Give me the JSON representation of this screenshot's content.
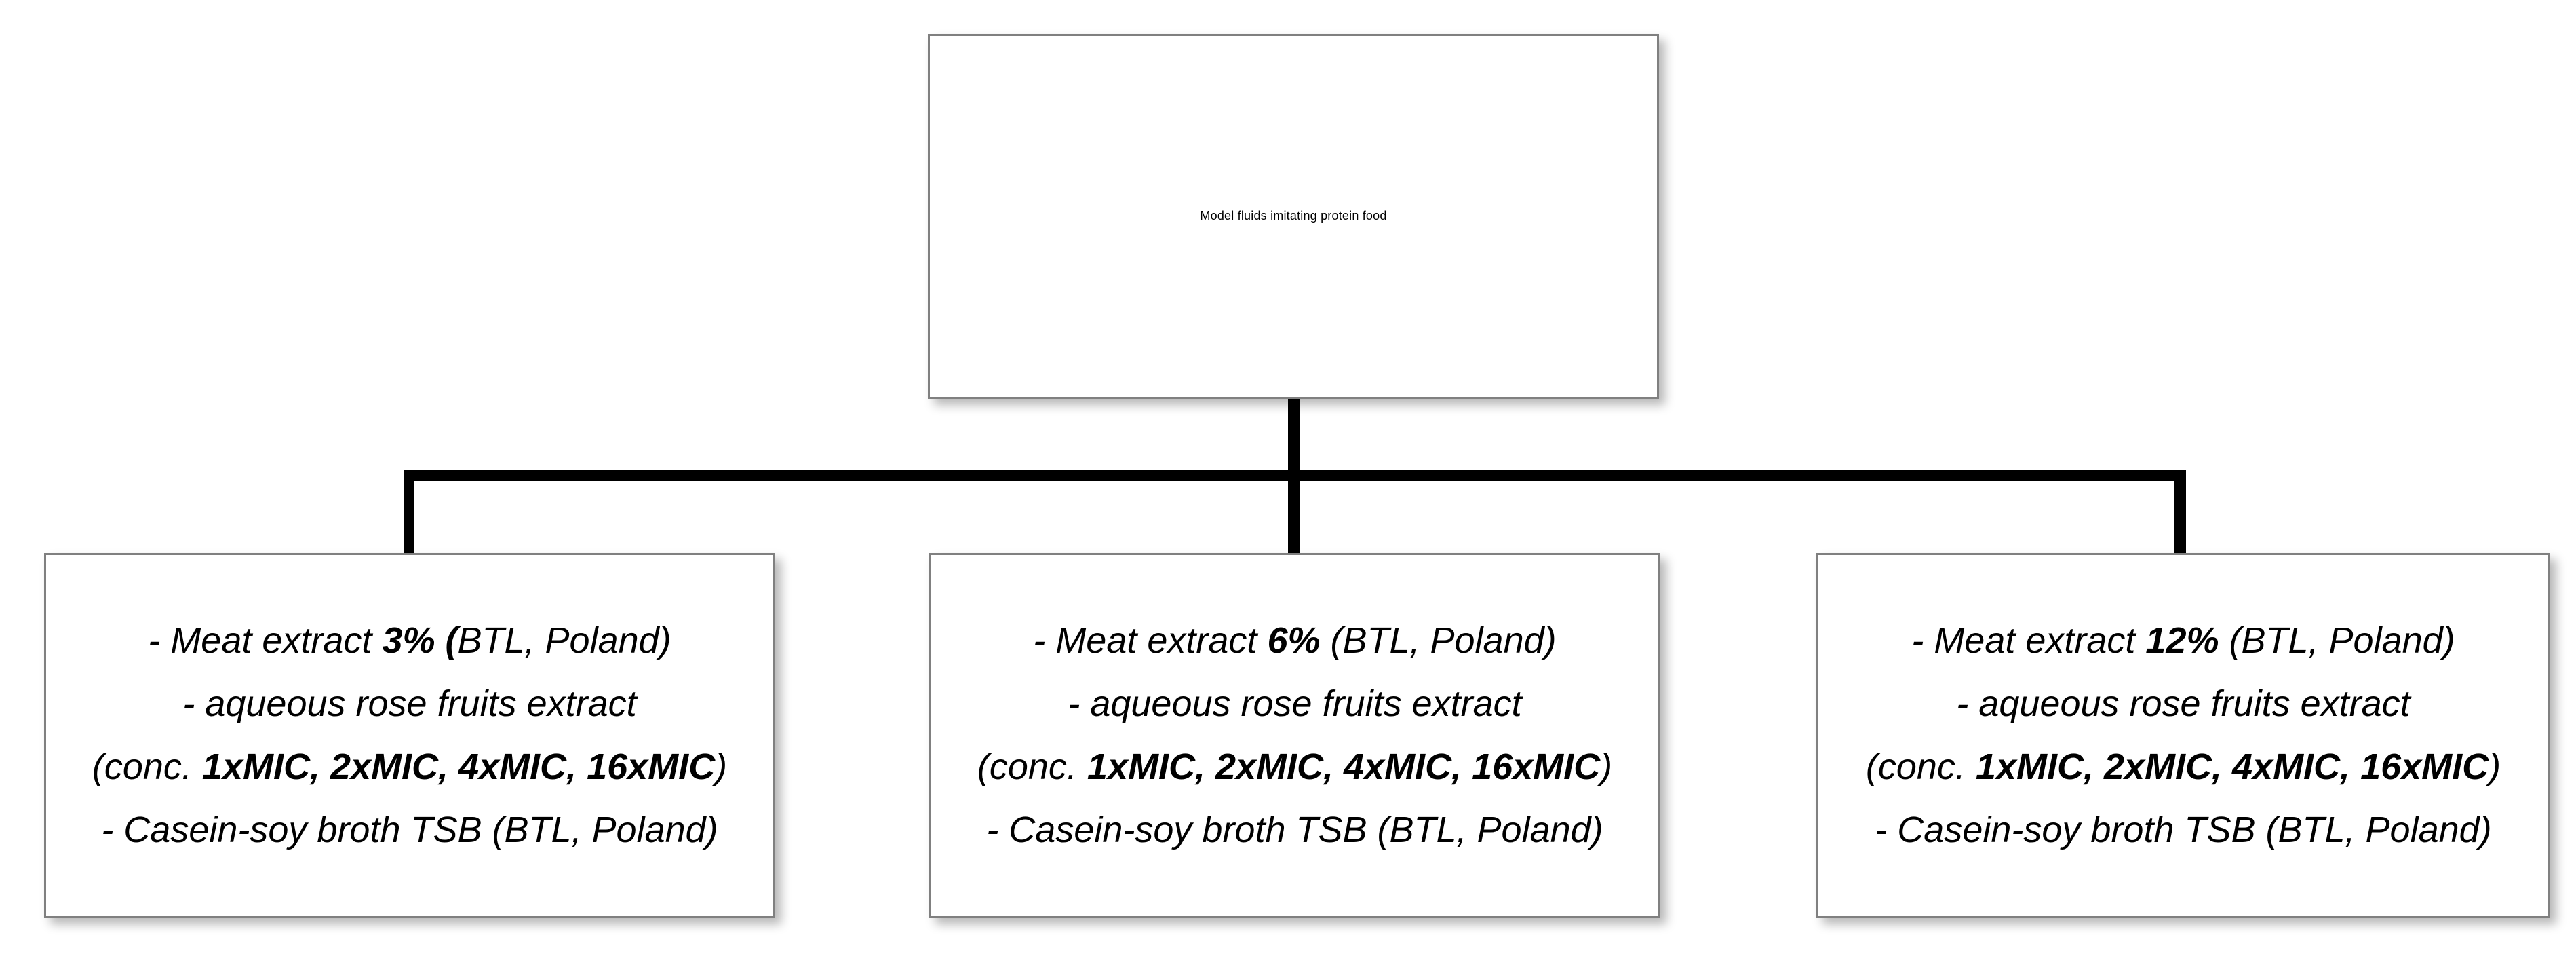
{
  "diagram": {
    "type": "flowchart",
    "orientation": "top-down",
    "root": {
      "label": "Model fluids imitating protein food"
    },
    "children": [
      {
        "id": "child-0",
        "lines": [
          {
            "pre": "- Meat extract ",
            "bold": "3% (",
            "post": "BTL, Poland)"
          },
          {
            "pre": "-  aqueous rose fruits extract",
            "bold": "",
            "post": ""
          },
          {
            "pre": "(conc. ",
            "bold": "1xMIC, 2xMIC, 4xMIC, 16xMIC",
            "post": ")"
          },
          {
            "pre": "- Casein-soy broth TSB (BTL, Poland)",
            "bold": "",
            "post": ""
          }
        ]
      },
      {
        "id": "child-1",
        "lines": [
          {
            "pre": "- Meat extract ",
            "bold": "6%",
            "post": " (BTL, Poland)"
          },
          {
            "pre": "- aqueous rose fruits extract",
            "bold": "",
            "post": ""
          },
          {
            "pre": "(conc. ",
            "bold": "1xMIC, 2xMIC, 4xMIC, 16xMIC",
            "post": ")"
          },
          {
            "pre": "- Casein-soy broth TSB (BTL, Poland)",
            "bold": "",
            "post": ""
          }
        ]
      },
      {
        "id": "child-2",
        "lines": [
          {
            "pre": "- Meat extract ",
            "bold": "12%",
            "post": " (BTL, Poland)"
          },
          {
            "pre": "-  aqueous rose fruits extract",
            "bold": "",
            "post": ""
          },
          {
            "pre": "(conc. ",
            "bold": "1xMIC, 2xMIC, 4xMIC, 16xMIC",
            "post": ")"
          },
          {
            "pre": "- Casein-soy broth TSB (BTL, Poland)",
            "bold": "",
            "post": ""
          }
        ]
      }
    ],
    "colors": {
      "box_border": "#808080",
      "box_fill": "#FFFFFF",
      "connector": "#000000",
      "text": "#000000",
      "background": "#FFFFFF"
    }
  }
}
